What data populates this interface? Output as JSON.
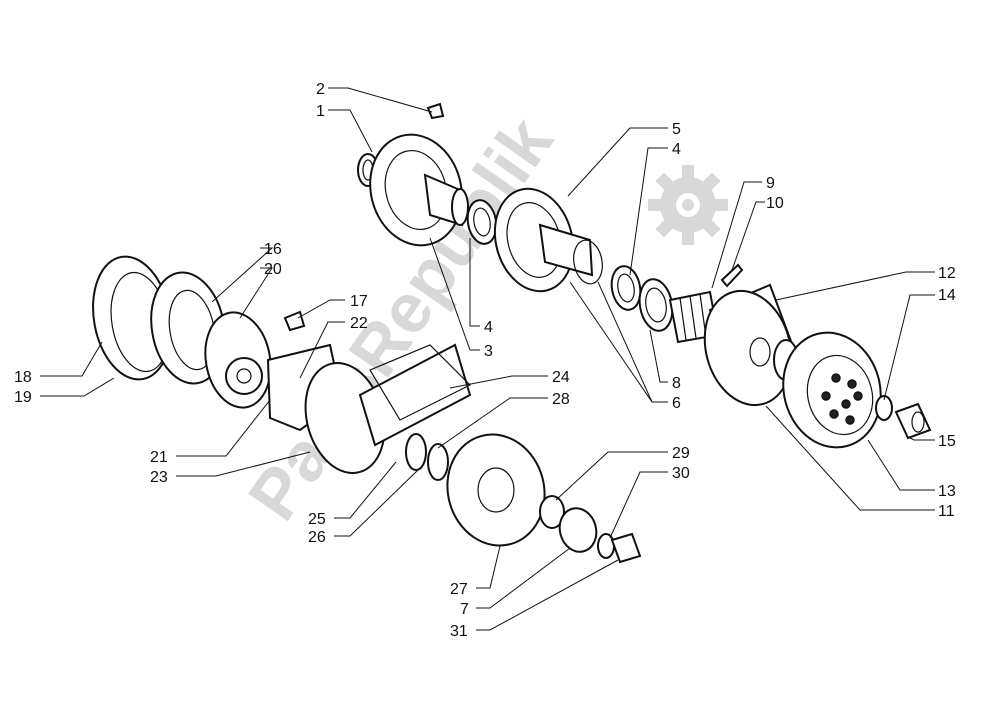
{
  "watermark": {
    "text": "PartsRepublik",
    "icon": "gear-icon"
  },
  "callouts": [
    {
      "id": "c2",
      "label": "2"
    },
    {
      "id": "c1",
      "label": "1"
    },
    {
      "id": "c5",
      "label": "5"
    },
    {
      "id": "c4a",
      "label": "4"
    },
    {
      "id": "c9",
      "label": "9"
    },
    {
      "id": "c10",
      "label": "10"
    },
    {
      "id": "c16",
      "label": "16"
    },
    {
      "id": "c20",
      "label": "20"
    },
    {
      "id": "c12",
      "label": "12"
    },
    {
      "id": "c14",
      "label": "14"
    },
    {
      "id": "c17",
      "label": "17"
    },
    {
      "id": "c22",
      "label": "22"
    },
    {
      "id": "c4b",
      "label": "4"
    },
    {
      "id": "c3",
      "label": "3"
    },
    {
      "id": "c18",
      "label": "18"
    },
    {
      "id": "c19",
      "label": "19"
    },
    {
      "id": "c8",
      "label": "8"
    },
    {
      "id": "c24",
      "label": "24"
    },
    {
      "id": "c6",
      "label": "6"
    },
    {
      "id": "c28",
      "label": "28"
    },
    {
      "id": "c21",
      "label": "21"
    },
    {
      "id": "c15",
      "label": "15"
    },
    {
      "id": "c23",
      "label": "23"
    },
    {
      "id": "c29",
      "label": "29"
    },
    {
      "id": "c13",
      "label": "13"
    },
    {
      "id": "c30",
      "label": "30"
    },
    {
      "id": "c11",
      "label": "11"
    },
    {
      "id": "c25",
      "label": "25"
    },
    {
      "id": "c26",
      "label": "26"
    },
    {
      "id": "c27",
      "label": "27"
    },
    {
      "id": "c7",
      "label": "7"
    },
    {
      "id": "c31",
      "label": "31"
    }
  ]
}
